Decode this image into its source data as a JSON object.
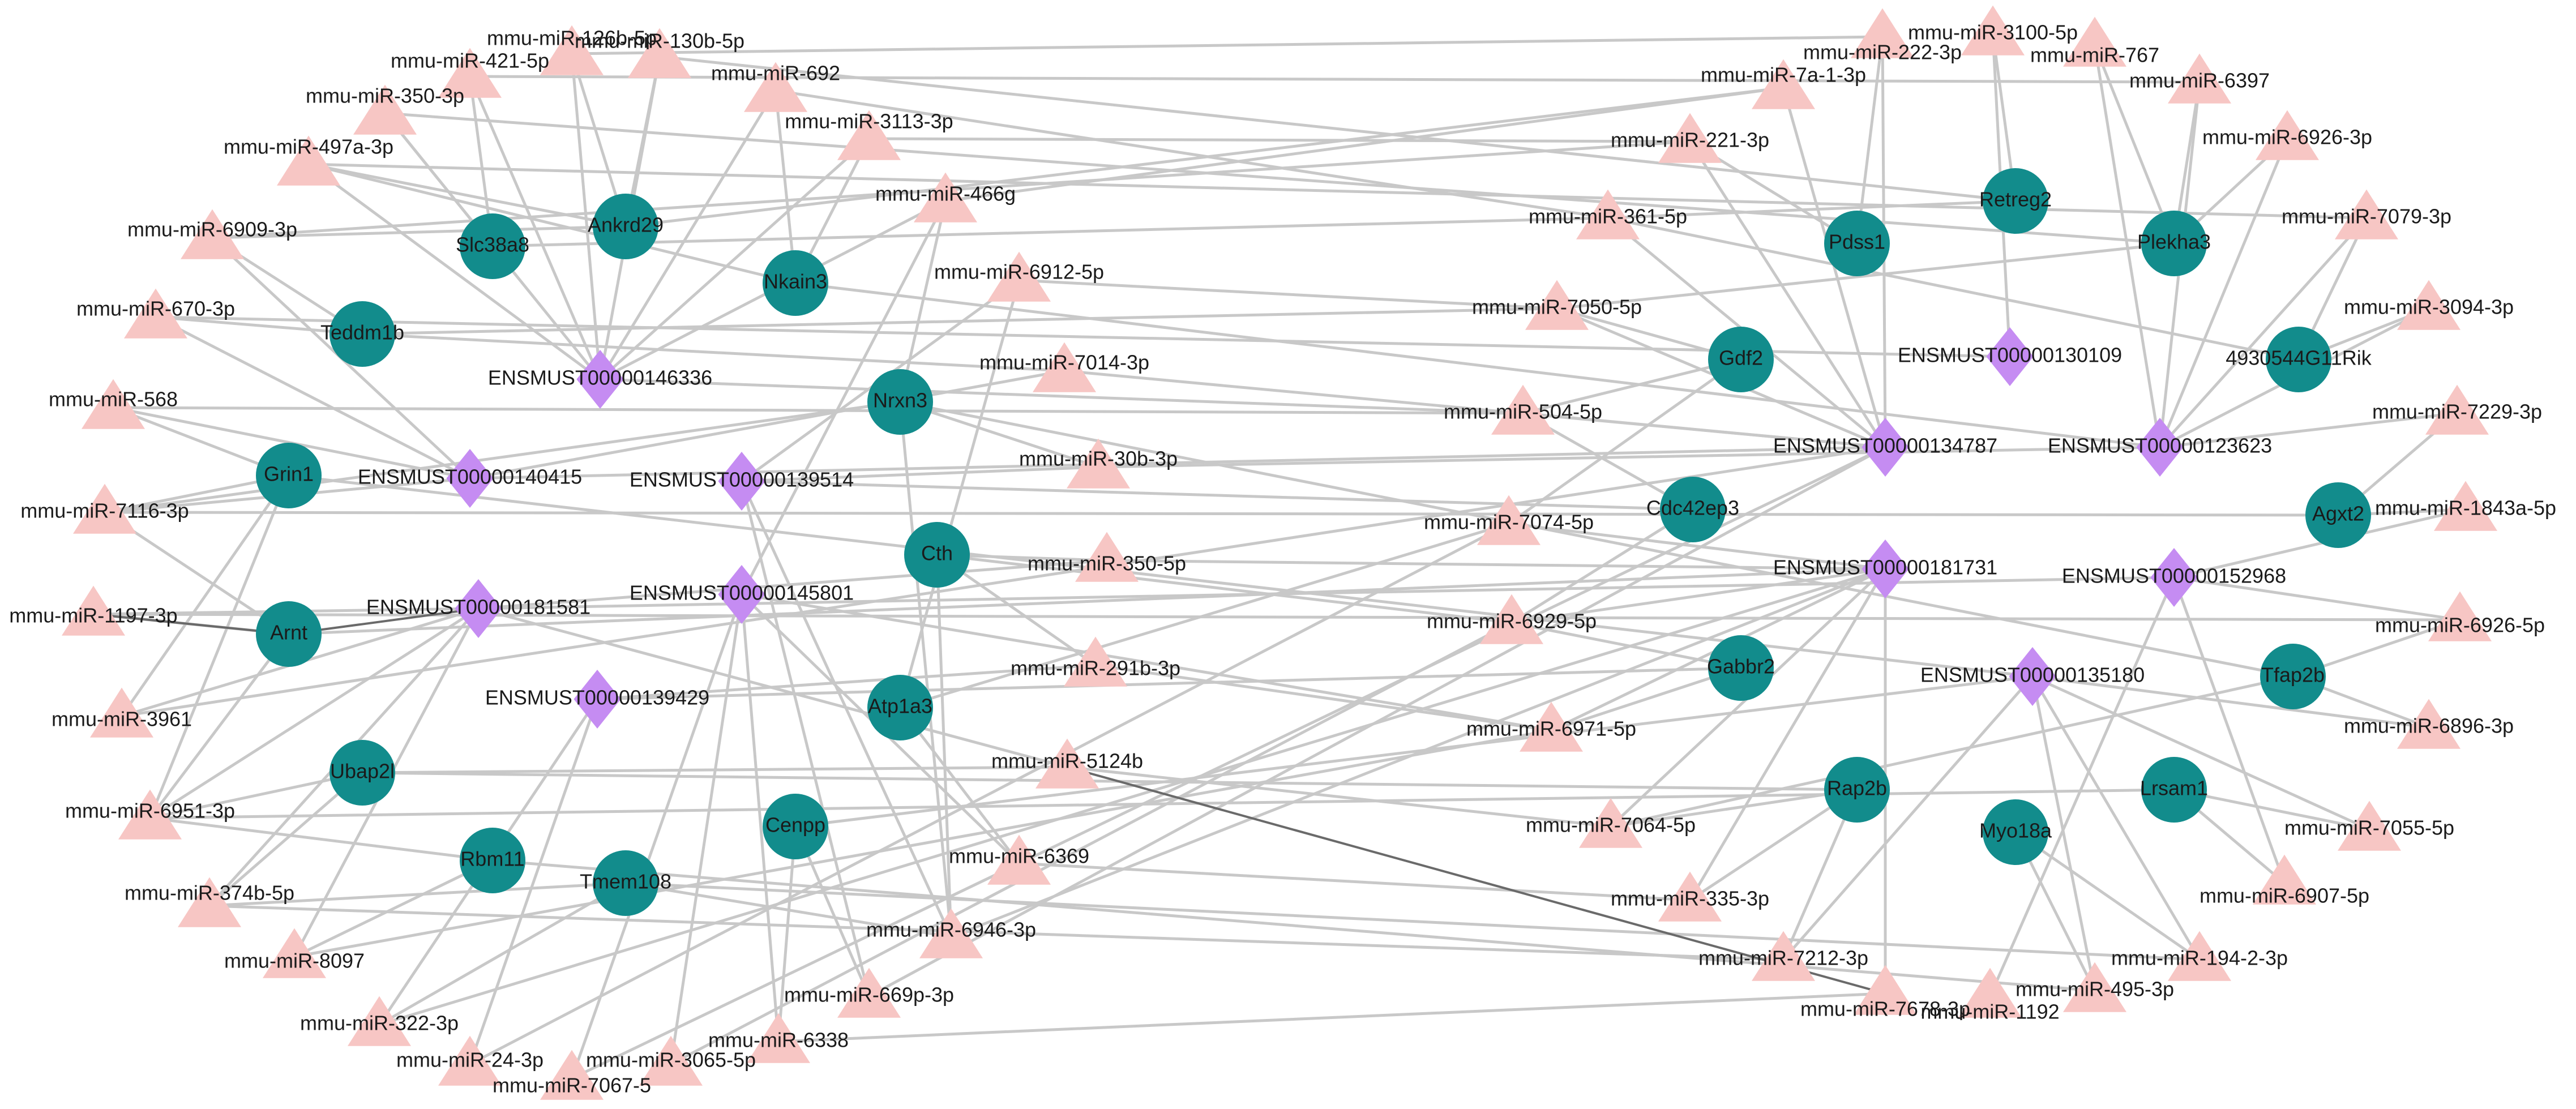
{
  "colors": {
    "mirna": "#f7c6c4",
    "gene": "#128c8c",
    "lncrna": "#c58cf2",
    "edge": "#c8c8c8",
    "edge_dark": "#6a6a6a",
    "label": "#1a1a1a"
  },
  "legend_node_shapes": {
    "mirna": "triangle",
    "gene": "circle",
    "lncrna": "diamond"
  },
  "nodes": [
    {
      "id": "m_126b",
      "label": "mmu-miR-126b-5p",
      "type": "mirna"
    },
    {
      "id": "m_130b",
      "label": "mmu-miR-130b-5p",
      "type": "mirna"
    },
    {
      "id": "m_421",
      "label": "mmu-miR-421-5p",
      "type": "mirna"
    },
    {
      "id": "m_692",
      "label": "mmu-miR-692",
      "type": "mirna"
    },
    {
      "id": "m_350_3p",
      "label": "mmu-miR-350-3p",
      "type": "mirna"
    },
    {
      "id": "m_3113",
      "label": "mmu-miR-3113-3p",
      "type": "mirna"
    },
    {
      "id": "m_497a",
      "label": "mmu-miR-497a-3p",
      "type": "mirna"
    },
    {
      "id": "m_466g",
      "label": "mmu-miR-466g",
      "type": "mirna"
    },
    {
      "id": "m_6909",
      "label": "mmu-miR-6909-3p",
      "type": "mirna"
    },
    {
      "id": "m_6912",
      "label": "mmu-miR-6912-5p",
      "type": "mirna"
    },
    {
      "id": "m_670",
      "label": "mmu-miR-670-3p",
      "type": "mirna"
    },
    {
      "id": "m_7014",
      "label": "mmu-miR-7014-3p",
      "type": "mirna"
    },
    {
      "id": "m_568",
      "label": "mmu-miR-568",
      "type": "mirna"
    },
    {
      "id": "m_30b",
      "label": "mmu-miR-30b-3p",
      "type": "mirna"
    },
    {
      "id": "m_7116",
      "label": "mmu-miR-7116-3p",
      "type": "mirna"
    },
    {
      "id": "m_350_5p",
      "label": "mmu-miR-350-5p",
      "type": "mirna"
    },
    {
      "id": "m_1197",
      "label": "mmu-miR-1197-3p",
      "type": "mirna"
    },
    {
      "id": "m_291b",
      "label": "mmu-miR-291b-3p",
      "type": "mirna"
    },
    {
      "id": "m_3961",
      "label": "mmu-miR-3961",
      "type": "mirna"
    },
    {
      "id": "m_5124b",
      "label": "mmu-miR-5124b",
      "type": "mirna"
    },
    {
      "id": "m_6951",
      "label": "mmu-miR-6951-3p",
      "type": "mirna"
    },
    {
      "id": "m_6369",
      "label": "mmu-miR-6369",
      "type": "mirna"
    },
    {
      "id": "m_374b",
      "label": "mmu-miR-374b-5p",
      "type": "mirna"
    },
    {
      "id": "m_6946",
      "label": "mmu-miR-6946-3p",
      "type": "mirna"
    },
    {
      "id": "m_8097",
      "label": "mmu-miR-8097",
      "type": "mirna"
    },
    {
      "id": "m_669p",
      "label": "mmu-miR-669p-3p",
      "type": "mirna"
    },
    {
      "id": "m_322",
      "label": "mmu-miR-322-3p",
      "type": "mirna"
    },
    {
      "id": "m_6338",
      "label": "mmu-miR-6338",
      "type": "mirna"
    },
    {
      "id": "m_24",
      "label": "mmu-miR-24-3p",
      "type": "mirna"
    },
    {
      "id": "m_3065",
      "label": "mmu-miR-3065-5p",
      "type": "mirna"
    },
    {
      "id": "m_7067",
      "label": "mmu-miR-7067-5",
      "type": "mirna"
    },
    {
      "id": "m_222",
      "label": "mmu-miR-222-3p",
      "type": "mirna"
    },
    {
      "id": "m_3100",
      "label": "mmu-miR-3100-5p",
      "type": "mirna"
    },
    {
      "id": "m_767",
      "label": "mmu-miR-767",
      "type": "mirna"
    },
    {
      "id": "m_7a1",
      "label": "mmu-miR-7a-1-3p",
      "type": "mirna"
    },
    {
      "id": "m_6397",
      "label": "mmu-miR-6397",
      "type": "mirna"
    },
    {
      "id": "m_221",
      "label": "mmu-miR-221-3p",
      "type": "mirna"
    },
    {
      "id": "m_6926_3p",
      "label": "mmu-miR-6926-3p",
      "type": "mirna"
    },
    {
      "id": "m_361",
      "label": "mmu-miR-361-5p",
      "type": "mirna"
    },
    {
      "id": "m_7079",
      "label": "mmu-miR-7079-3p",
      "type": "mirna"
    },
    {
      "id": "m_7050",
      "label": "mmu-miR-7050-5p",
      "type": "mirna"
    },
    {
      "id": "m_3094",
      "label": "mmu-miR-3094-3p",
      "type": "mirna"
    },
    {
      "id": "m_504",
      "label": "mmu-miR-504-5p",
      "type": "mirna"
    },
    {
      "id": "m_7229",
      "label": "mmu-miR-7229-3p",
      "type": "mirna"
    },
    {
      "id": "m_7074",
      "label": "mmu-miR-7074-5p",
      "type": "mirna"
    },
    {
      "id": "m_1843a",
      "label": "mmu-miR-1843a-5p",
      "type": "mirna"
    },
    {
      "id": "m_6929",
      "label": "mmu-miR-6929-5p",
      "type": "mirna"
    },
    {
      "id": "m_6926_5p",
      "label": "mmu-miR-6926-5p",
      "type": "mirna"
    },
    {
      "id": "m_6971",
      "label": "mmu-miR-6971-5p",
      "type": "mirna"
    },
    {
      "id": "m_6896",
      "label": "mmu-miR-6896-3p",
      "type": "mirna"
    },
    {
      "id": "m_7064",
      "label": "mmu-miR-7064-5p",
      "type": "mirna"
    },
    {
      "id": "m_7055",
      "label": "mmu-miR-7055-5p",
      "type": "mirna"
    },
    {
      "id": "m_335",
      "label": "mmu-miR-335-3p",
      "type": "mirna"
    },
    {
      "id": "m_6907",
      "label": "mmu-miR-6907-5p",
      "type": "mirna"
    },
    {
      "id": "m_7212",
      "label": "mmu-miR-7212-3p",
      "type": "mirna"
    },
    {
      "id": "m_194",
      "label": "mmu-miR-194-2-3p",
      "type": "mirna"
    },
    {
      "id": "m_7678",
      "label": "mmu-miR-7678-3p",
      "type": "mirna"
    },
    {
      "id": "m_495",
      "label": "mmu-miR-495-3p",
      "type": "mirna"
    },
    {
      "id": "m_1192",
      "label": "mmu-miR-1192",
      "type": "mirna"
    },
    {
      "id": "g_slc38a8",
      "label": "Slc38a8",
      "type": "gene"
    },
    {
      "id": "g_ankrd29",
      "label": "Ankrd29",
      "type": "gene"
    },
    {
      "id": "g_nkain3",
      "label": "Nkain3",
      "type": "gene"
    },
    {
      "id": "g_teddm1b",
      "label": "Teddm1b",
      "type": "gene"
    },
    {
      "id": "g_nrxn3",
      "label": "Nrxn3",
      "type": "gene"
    },
    {
      "id": "g_grin1",
      "label": "Grin1",
      "type": "gene"
    },
    {
      "id": "g_cth",
      "label": "Cth",
      "type": "gene"
    },
    {
      "id": "g_arnt",
      "label": "Arnt",
      "type": "gene"
    },
    {
      "id": "g_atp1a3",
      "label": "Atp1a3",
      "type": "gene"
    },
    {
      "id": "g_ubap2l",
      "label": "Ubap2l",
      "type": "gene"
    },
    {
      "id": "g_cenpp",
      "label": "Cenpp",
      "type": "gene"
    },
    {
      "id": "g_rbm11",
      "label": "Rbm11",
      "type": "gene"
    },
    {
      "id": "g_tmem108",
      "label": "Tmem108",
      "type": "gene"
    },
    {
      "id": "g_retreg2",
      "label": "Retreg2",
      "type": "gene"
    },
    {
      "id": "g_pdss1",
      "label": "Pdss1",
      "type": "gene"
    },
    {
      "id": "g_plekha3",
      "label": "Plekha3",
      "type": "gene"
    },
    {
      "id": "g_gdf2",
      "label": "Gdf2",
      "type": "gene"
    },
    {
      "id": "g_4930544",
      "label": "4930544G11Rik",
      "type": "gene"
    },
    {
      "id": "g_cdc42ep3",
      "label": "Cdc42ep3",
      "type": "gene"
    },
    {
      "id": "g_agxt2",
      "label": "Agxt2",
      "type": "gene"
    },
    {
      "id": "g_gabbr2",
      "label": "Gabbr2",
      "type": "gene"
    },
    {
      "id": "g_tfap2b",
      "label": "Tfap2b",
      "type": "gene"
    },
    {
      "id": "g_rap2b",
      "label": "Rap2b",
      "type": "gene"
    },
    {
      "id": "g_lrsam1",
      "label": "Lrsam1",
      "type": "gene"
    },
    {
      "id": "g_myo18a",
      "label": "Myo18a",
      "type": "gene"
    },
    {
      "id": "l_146336",
      "label": "ENSMUST00000146336",
      "type": "lncrna"
    },
    {
      "id": "l_140415",
      "label": "ENSMUST00000140415",
      "type": "lncrna"
    },
    {
      "id": "l_139514",
      "label": "ENSMUST00000139514",
      "type": "lncrna"
    },
    {
      "id": "l_181581",
      "label": "ENSMUST00000181581",
      "type": "lncrna"
    },
    {
      "id": "l_145801",
      "label": "ENSMUST00000145801",
      "type": "lncrna"
    },
    {
      "id": "l_139429",
      "label": "ENSMUST00000139429",
      "type": "lncrna"
    },
    {
      "id": "l_130109",
      "label": "ENSMUST00000130109",
      "type": "lncrna"
    },
    {
      "id": "l_134787",
      "label": "ENSMUST00000134787",
      "type": "lncrna"
    },
    {
      "id": "l_123623",
      "label": "ENSMUST00000123623",
      "type": "lncrna"
    },
    {
      "id": "l_181731",
      "label": "ENSMUST00000181731",
      "type": "lncrna"
    },
    {
      "id": "l_152968",
      "label": "ENSMUST00000152968",
      "type": "lncrna"
    },
    {
      "id": "l_135180",
      "label": "ENSMUST00000135180",
      "type": "lncrna"
    }
  ],
  "edges": [
    [
      "m_126b",
      "l_146336"
    ],
    [
      "m_130b",
      "l_146336"
    ],
    [
      "m_421",
      "l_146336"
    ],
    [
      "m_692",
      "l_146336"
    ],
    [
      "m_350_3p",
      "l_146336"
    ],
    [
      "m_3113",
      "l_146336"
    ],
    [
      "m_497a",
      "l_146336"
    ],
    [
      "m_466g",
      "l_146336"
    ],
    [
      "m_6909",
      "l_140415"
    ],
    [
      "m_670",
      "l_140415"
    ],
    [
      "m_568",
      "l_140415"
    ],
    [
      "m_7116",
      "l_140415"
    ],
    [
      "m_1197",
      "l_181581"
    ],
    [
      "m_3961",
      "l_181581"
    ],
    [
      "m_6951",
      "l_181581"
    ],
    [
      "m_374b",
      "l_181581"
    ],
    [
      "m_8097",
      "l_181581"
    ],
    [
      "m_322",
      "l_139429"
    ],
    [
      "m_24",
      "l_139429"
    ],
    [
      "m_7067",
      "l_145801"
    ],
    [
      "m_3065",
      "l_145801"
    ],
    [
      "m_6338",
      "l_145801"
    ],
    [
      "m_669p",
      "l_139514"
    ],
    [
      "m_6946",
      "l_139514"
    ],
    [
      "m_6369",
      "l_145801"
    ],
    [
      "m_5124b",
      "l_181581"
    ],
    [
      "m_291b",
      "l_139429"
    ],
    [
      "m_350_5p",
      "l_181581"
    ],
    [
      "m_30b",
      "l_139514"
    ],
    [
      "m_7014",
      "l_140415"
    ],
    [
      "m_6912",
      "l_139514"
    ],
    [
      "m_466g",
      "l_145801"
    ],
    [
      "g_slc38a8",
      "m_421"
    ],
    [
      "g_slc38a8",
      "m_350_3p"
    ],
    [
      "g_ankrd29",
      "m_126b"
    ],
    [
      "g_ankrd29",
      "m_130b"
    ],
    [
      "g_ankrd29",
      "m_497a"
    ],
    [
      "g_ankrd29",
      "m_6909"
    ],
    [
      "g_nkain3",
      "m_692"
    ],
    [
      "g_nkain3",
      "m_3113"
    ],
    [
      "g_nkain3",
      "m_497a"
    ],
    [
      "g_teddm1b",
      "m_670"
    ],
    [
      "g_teddm1b",
      "m_6909"
    ],
    [
      "g_teddm1b",
      "m_7014"
    ],
    [
      "g_nrxn3",
      "m_466g"
    ],
    [
      "g_nrxn3",
      "m_30b"
    ],
    [
      "g_nrxn3",
      "m_7116"
    ],
    [
      "g_nrxn3",
      "m_6946"
    ],
    [
      "g_grin1",
      "m_568"
    ],
    [
      "g_grin1",
      "m_7116"
    ],
    [
      "g_grin1",
      "m_6951"
    ],
    [
      "g_grin1",
      "m_3961"
    ],
    [
      "g_cth",
      "m_350_5p"
    ],
    [
      "g_cth",
      "m_291b"
    ],
    [
      "g_cth",
      "m_6946"
    ],
    [
      "g_arnt",
      "m_1197"
    ],
    [
      "g_arnt",
      "m_7116"
    ],
    [
      "g_arnt",
      "m_6951"
    ],
    [
      "g_atp1a3",
      "m_6912"
    ],
    [
      "g_atp1a3",
      "m_6369"
    ],
    [
      "g_ubap2l",
      "m_374b"
    ],
    [
      "g_ubap2l",
      "m_5124b"
    ],
    [
      "g_ubap2l",
      "m_6951"
    ],
    [
      "g_cenpp",
      "m_6338"
    ],
    [
      "g_cenpp",
      "m_669p"
    ],
    [
      "g_rbm11",
      "m_6951"
    ],
    [
      "g_rbm11",
      "m_8097"
    ],
    [
      "g_tmem108",
      "m_322"
    ],
    [
      "g_tmem108",
      "m_6946"
    ],
    [
      "g_tmem108",
      "m_374b"
    ],
    [
      "m_222",
      "l_134787"
    ],
    [
      "m_3100",
      "l_130109"
    ],
    [
      "m_767",
      "l_123623"
    ],
    [
      "m_7a1",
      "l_134787"
    ],
    [
      "m_6397",
      "l_123623"
    ],
    [
      "m_221",
      "l_134787"
    ],
    [
      "m_6926_3p",
      "l_123623"
    ],
    [
      "m_361",
      "l_134787"
    ],
    [
      "m_7079",
      "l_123623"
    ],
    [
      "m_7050",
      "l_134787"
    ],
    [
      "m_3094",
      "l_123623"
    ],
    [
      "m_504",
      "l_134787"
    ],
    [
      "m_7229",
      "l_123623"
    ],
    [
      "m_7074",
      "l_181731"
    ],
    [
      "m_1843a",
      "l_152968"
    ],
    [
      "m_6929",
      "l_181731"
    ],
    [
      "m_6926_5p",
      "l_152968"
    ],
    [
      "m_6971",
      "l_181731"
    ],
    [
      "m_6896",
      "l_135180"
    ],
    [
      "m_7064",
      "l_181731"
    ],
    [
      "m_7055",
      "l_135180"
    ],
    [
      "m_335",
      "l_181731"
    ],
    [
      "m_6907",
      "l_152968"
    ],
    [
      "m_7212",
      "l_135180"
    ],
    [
      "m_194",
      "l_135180"
    ],
    [
      "m_7678",
      "l_181731"
    ],
    [
      "m_495",
      "l_135180"
    ],
    [
      "m_1192",
      "l_152968"
    ],
    [
      "g_retreg2",
      "m_3100"
    ],
    [
      "g_retreg2",
      "m_361"
    ],
    [
      "g_pdss1",
      "m_222"
    ],
    [
      "g_pdss1",
      "m_221"
    ],
    [
      "g_plekha3",
      "m_767"
    ],
    [
      "g_plekha3",
      "m_6397"
    ],
    [
      "g_plekha3",
      "m_7050"
    ],
    [
      "g_plekha3",
      "m_6926_3p"
    ],
    [
      "g_gdf2",
      "m_504"
    ],
    [
      "g_gdf2",
      "m_7074"
    ],
    [
      "g_gdf2",
      "m_7050"
    ],
    [
      "g_4930544",
      "m_7079"
    ],
    [
      "g_4930544",
      "m_3094"
    ],
    [
      "g_4930544",
      "m_361"
    ],
    [
      "g_cdc42ep3",
      "m_504"
    ],
    [
      "g_cdc42ep3",
      "m_6929"
    ],
    [
      "g_agxt2",
      "m_7229"
    ],
    [
      "g_agxt2",
      "m_1843a"
    ],
    [
      "g_gabbr2",
      "m_6971"
    ],
    [
      "g_gabbr2",
      "m_6929"
    ],
    [
      "g_tfap2b",
      "m_6926_5p"
    ],
    [
      "g_tfap2b",
      "m_6896"
    ],
    [
      "g_tfap2b",
      "m_7064"
    ],
    [
      "g_rap2b",
      "m_335"
    ],
    [
      "g_rap2b",
      "m_7064"
    ],
    [
      "g_rap2b",
      "m_7212"
    ],
    [
      "g_lrsam1",
      "m_7055"
    ],
    [
      "g_lrsam1",
      "m_6907"
    ],
    [
      "g_myo18a",
      "m_194"
    ],
    [
      "g_myo18a",
      "m_495"
    ],
    [
      "m_692",
      "m_361"
    ],
    [
      "m_3113",
      "m_221"
    ],
    [
      "m_466g",
      "m_7a1"
    ],
    [
      "m_6912",
      "m_7050"
    ],
    [
      "m_7014",
      "l_134787"
    ],
    [
      "m_30b",
      "l_123623"
    ],
    [
      "m_350_5p",
      "l_181731"
    ],
    [
      "m_291b",
      "m_6971"
    ],
    [
      "m_5124b",
      "m_7064"
    ],
    [
      "m_6369",
      "m_335"
    ],
    [
      "m_6946",
      "l_181731"
    ],
    [
      "m_669p",
      "l_134787"
    ],
    [
      "m_6338",
      "m_7678"
    ],
    [
      "m_3065",
      "m_6929"
    ],
    [
      "m_24",
      "m_7074"
    ],
    [
      "m_322",
      "l_181731"
    ],
    [
      "l_181581",
      "l_152968"
    ],
    [
      "l_140415",
      "l_134787"
    ],
    [
      "l_139514",
      "g_cdc42ep3"
    ],
    [
      "l_146336",
      "m_504"
    ],
    [
      "l_145801",
      "m_6971"
    ],
    [
      "l_139429",
      "g_gabbr2"
    ],
    [
      "g_nkain3",
      "l_123623"
    ],
    [
      "g_nrxn3",
      "g_tfap2b"
    ],
    [
      "g_cth",
      "m_6929"
    ],
    [
      "g_atp1a3",
      "m_7074"
    ],
    [
      "g_ubap2l",
      "g_rap2b"
    ],
    [
      "g_grin1",
      "l_135180"
    ],
    [
      "g_arnt",
      "l_181731"
    ],
    [
      "g_teddm1b",
      "m_7050"
    ],
    [
      "g_slc38a8",
      "m_361"
    ],
    [
      "g_ankrd29",
      "m_7a1"
    ],
    [
      "m_6951",
      "g_lrsam1"
    ],
    [
      "m_374b",
      "m_7212"
    ],
    [
      "m_8097",
      "m_6971"
    ],
    [
      "g_rbm11",
      "m_495"
    ],
    [
      "g_tmem108",
      "m_194"
    ],
    [
      "g_cenpp",
      "l_135180"
    ],
    [
      "m_6909",
      "m_221"
    ],
    [
      "m_670",
      "l_130109"
    ],
    [
      "m_568",
      "m_504"
    ],
    [
      "m_7116",
      "g_agxt2"
    ],
    [
      "m_1197",
      "m_6926_5p"
    ],
    [
      "m_3961",
      "l_134787"
    ],
    [
      "m_7067",
      "l_134787"
    ],
    [
      "m_126b",
      "m_222"
    ],
    [
      "m_130b",
      "g_retreg2"
    ],
    [
      "m_421",
      "m_6397"
    ],
    [
      "m_350_3p",
      "g_plekha3"
    ],
    [
      "m_497a",
      "m_7079"
    ]
  ],
  "dark_edges": [
    [
      "g_arnt",
      "m_1197"
    ],
    [
      "l_181581",
      "g_arnt"
    ],
    [
      "m_5124b",
      "m_7678"
    ]
  ]
}
